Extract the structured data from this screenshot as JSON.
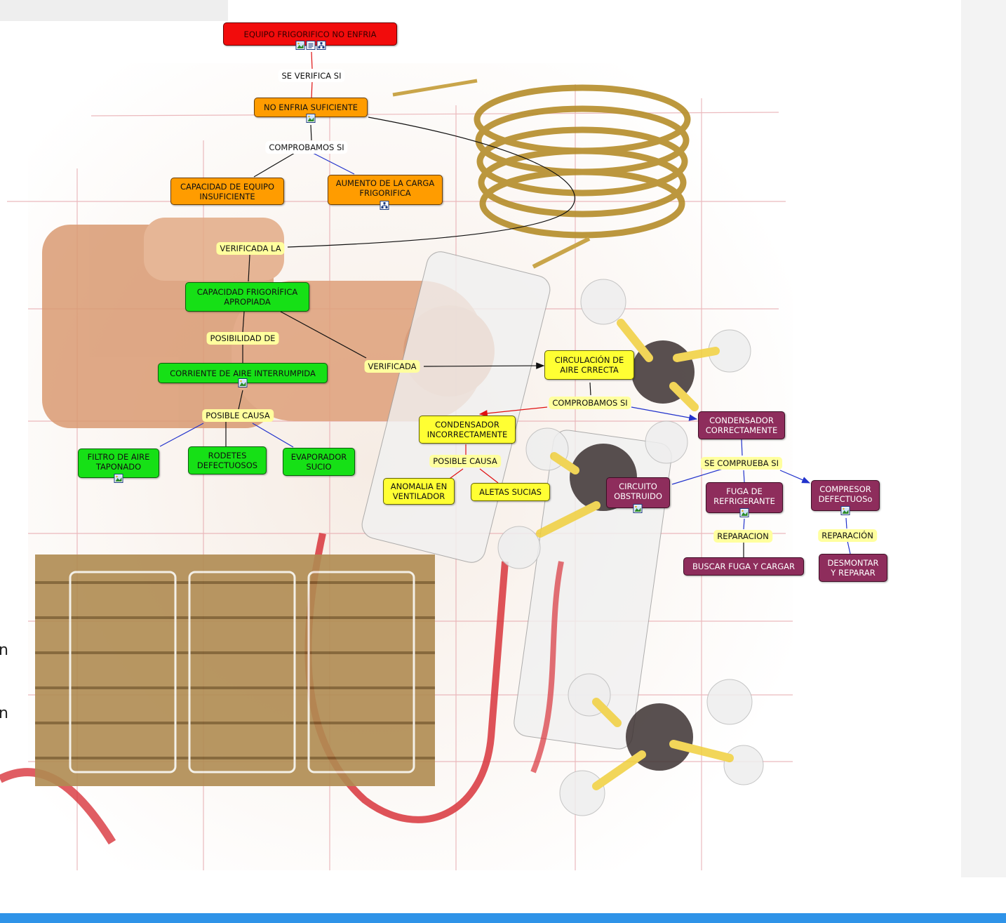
{
  "colors": {
    "red": "#f20c0c",
    "orange": "#ff9c00",
    "green": "#16e016",
    "yellow": "#ffff33",
    "purple": "#8e2d5c",
    "link_blue": "#2233cc",
    "link_red": "#e01010",
    "link_black": "#111111",
    "bottom_bar": "#2f93e8"
  },
  "concept_map": {
    "nodes": {
      "root": "EQUIPO FRIGORIFICO NO ENFRIA",
      "no_enfria": "NO ENFRIA SUFICIENTE",
      "cap_insuf_1": "CAPACIDAD DE EQUIPO",
      "cap_insuf_2": "INSUFICIENTE",
      "aumento_1": "AUMENTO DE LA CARGA",
      "aumento_2": "FRIGORIFICA",
      "cap_aprop_1": "CAPACIDAD FRIGORÍFICA",
      "cap_aprop_2": "APROPIADA",
      "corriente": "CORRIENTE DE AIRE INTERRUMPIDA",
      "filtro_1": "FILTRO DE AIRE",
      "filtro_2": "TAPONADO",
      "rodetes_1": "RODETES",
      "rodetes_2": "DEFECTUOSOS",
      "evap_1": "EVAPORADOR",
      "evap_2": "SUCIO",
      "circ_1": "CIRCULACIÓN DE",
      "circ_2": "AIRE CRRECTA",
      "cond_inc_1": "CONDENSADOR",
      "cond_inc_2": "INCORRECTAMENTE",
      "anomalia_1": "ANOMALIA EN",
      "anomalia_2": "VENTILADOR",
      "aletas": "ALETAS SUCIAS",
      "cond_ok_1": "CONDENSADOR",
      "cond_ok_2": "CORRECTAMENTE",
      "circuito_1": "CIRCUITO",
      "circuito_2": "OBSTRUIDO",
      "fuga_1": "FUGA DE",
      "fuga_2": "REFRIGERANTE",
      "compresor_1": "COMPRESOR",
      "compresor_2": "DEFECTUOSo",
      "buscar": "BUSCAR FUGA Y CARGAR",
      "desmontar_1": "DESMONTAR",
      "desmontar_2": "Y REPARAR"
    },
    "linking_phrases": {
      "se_verifica": "SE VERIFICA SI",
      "comprobamos_1": "COMPROBAMOS SI",
      "verificada_la": "VERIFICADA LA",
      "posibilidad": "POSIBILIDAD DE",
      "posible_causa_1": "POSIBLE CAUSA",
      "verificada": "VERIFICADA",
      "comprobamos_2": "COMPROBAMOS SI",
      "posible_causa_2": "POSIBLE CAUSA",
      "se_comprueba": "SE COMPRUEBA SI",
      "reparacion_1": "REPARACION",
      "reparacion_2": "REPARACIÓN"
    },
    "icon_names": {
      "image": "image-resource-icon",
      "document": "document-resource-icon",
      "submap": "concept-map-resource-icon"
    }
  },
  "edge_fragments": [
    "n",
    "n"
  ]
}
